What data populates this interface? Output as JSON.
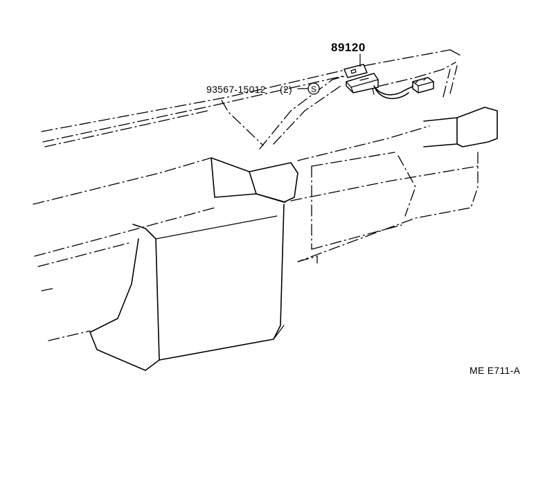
{
  "callouts": {
    "main_part_number": "89120",
    "screw_part_number": "93567-15012",
    "screw_quantity": "(2)",
    "screw_symbol": "S"
  },
  "figure_code": "ME E711-A"
}
